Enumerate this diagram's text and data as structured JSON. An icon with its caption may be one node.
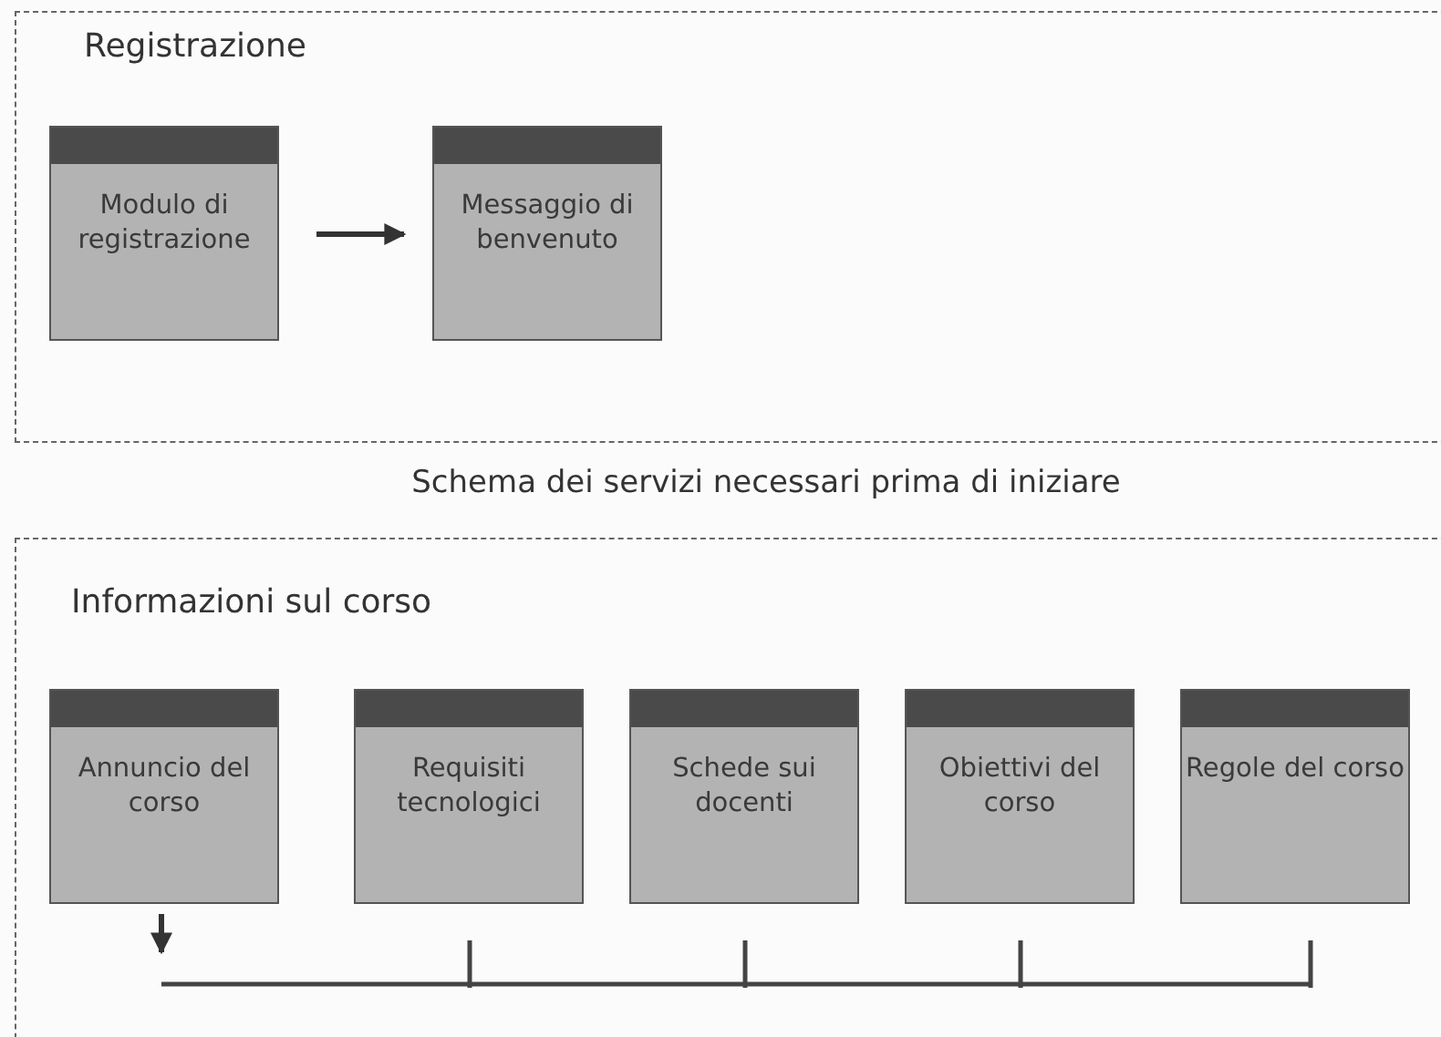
{
  "diagram": {
    "caption": "Schema dei servizi necessari prima di iniziare",
    "nodes": [
      {
        "text": [
          "Registrazione"
        ]
      },
      {
        "text": [
          "Modulo di registrazione"
        ],
        "in": 0
      },
      {
        "text": [
          "Messaggio di benvenuto"
        ],
        "in": 0
      },
      {
        "text": [
          "Informazioni sul corso"
        ]
      },
      {
        "text": [
          "Annuncio del corso"
        ],
        "in": 3
      },
      {
        "text": [
          "Requisiti tecnologici"
        ],
        "in": 3
      },
      {
        "text": [
          "Schede sui docenti"
        ],
        "in": 3
      },
      {
        "text": [
          "Obiettivi del corso"
        ],
        "in": 3
      },
      {
        "text": [
          "Regole del corso"
        ],
        "in": 3
      }
    ],
    "edges": [
      {
        "from": 1,
        "to": 2,
        "arrow": "to"
      },
      {
        "from": 4,
        "to": null,
        "arrow": "to"
      }
    ]
  }
}
